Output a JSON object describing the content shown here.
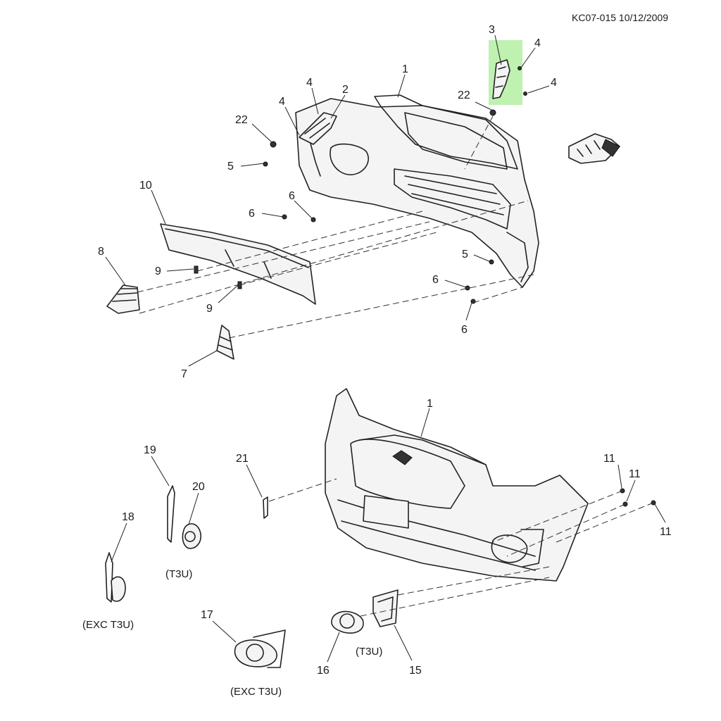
{
  "document_id": "KC07-015 10/12/2009",
  "highlight_color": "#b8f0a8",
  "callouts": {
    "c1_top": "1",
    "c2": "2",
    "c3": "3",
    "c4_a": "4",
    "c4_b": "4",
    "c4_c": "4",
    "c4_d": "4",
    "c22_a": "22",
    "c22_b": "22",
    "c5_a": "5",
    "c5_b": "5",
    "c6_a": "6",
    "c6_b": "6",
    "c6_c": "6",
    "c6_d": "6",
    "c10": "10",
    "c8": "8",
    "c9_a": "9",
    "c9_b": "9",
    "c7": "7",
    "c1_bottom": "1",
    "c19": "19",
    "c20": "20",
    "c21": "21",
    "c18": "18",
    "c11_a": "11",
    "c11_b": "11",
    "c11_c": "11",
    "c17": "17",
    "c16": "16",
    "c15": "15"
  },
  "notes": {
    "t3u_a": "(T3U)",
    "exc_t3u_a": "(EXC T3U)",
    "t3u_b": "(T3U)",
    "exc_t3u_b": "(EXC T3U)"
  }
}
